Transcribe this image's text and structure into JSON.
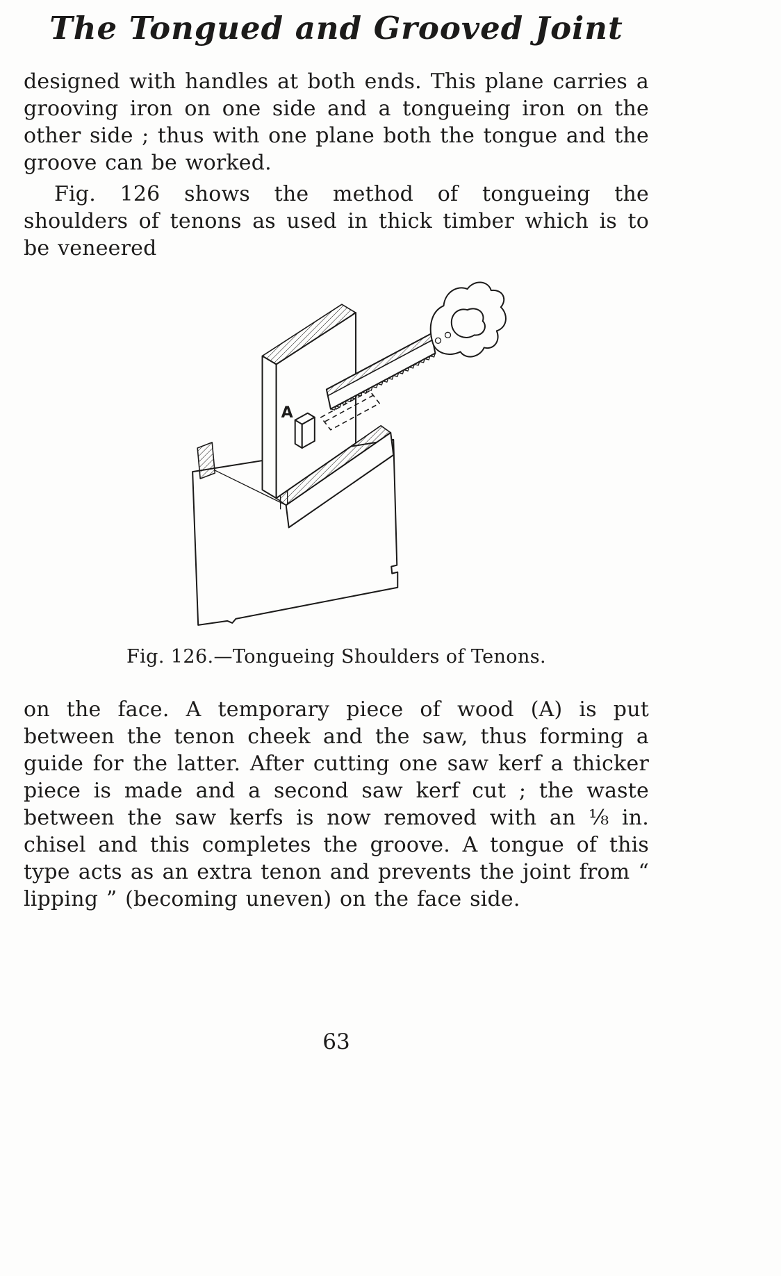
{
  "page": {
    "title": "The Tongued and Grooved Joint",
    "body": {
      "p1": "designed with handles at both ends.  This plane carries a grooving iron on one side and a tongueing iron on the other side ;  thus with one plane both the tongue and the groove can be worked.",
      "p2": "Fig. 126 shows the method of tongueing the shoulders of tenons as used in thick timber which is to be veneered",
      "p3": "on the face.  A temporary piece of wood (A) is put between the tenon cheek and the saw, thus forming a guide for the latter.  After cutting one saw kerf a thicker piece is made and a second saw kerf cut ;  the waste between the saw kerfs is now removed with an ⅛ in. chisel and this completes the groove.  A tongue of this type acts as an extra tenon and prevents the joint from “ lipping ” (becoming uneven) on the face side."
    },
    "figure": {
      "part_label": "A",
      "caption": "Fig. 126.—Tongueing Shoulders of Tenons."
    },
    "page_number": "63",
    "colors": {
      "ink": "#1c1b1a",
      "paper": "#fdfdfc"
    }
  }
}
